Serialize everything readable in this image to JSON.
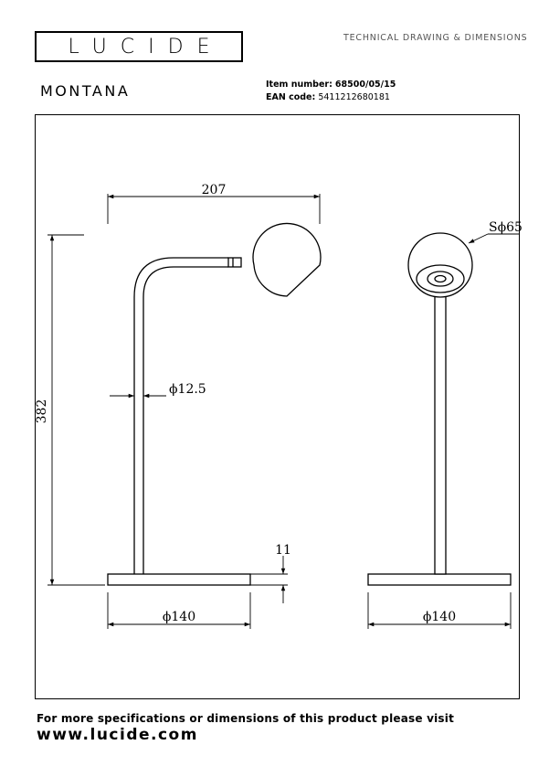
{
  "header": {
    "logo_text": "LUCIDE",
    "doc_type": "TECHNICAL DRAWING & DIMENSIONS",
    "product_name": "MONTANA",
    "item_label": "Item number:",
    "item_value": "68500/05/15",
    "ean_label": "EAN code:",
    "ean_value": "5411212680181"
  },
  "dimensions": {
    "width": "207",
    "height": "382",
    "pipe_diameter": "ϕ12.5",
    "head_sphere": "Sϕ65",
    "base_thickness": "11",
    "base_diameter_side": "ϕ140",
    "base_diameter_front": "ϕ140"
  },
  "footer": {
    "line": "For more specifications or dimensions of this product please visit",
    "url": "www.lucide.com"
  }
}
